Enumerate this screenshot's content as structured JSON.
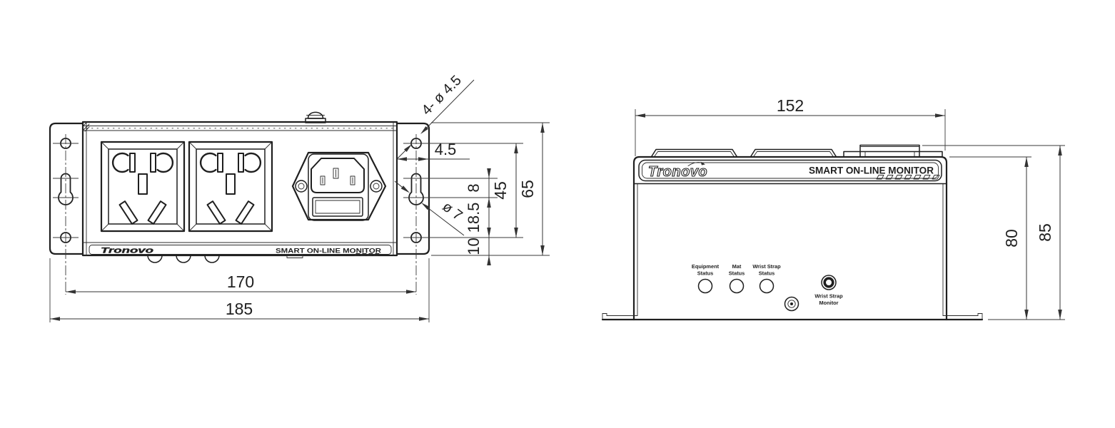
{
  "colors": {
    "line": "#1f1f1f",
    "dim_line": "#333333",
    "background": "#ffffff"
  },
  "front_view": {
    "callouts": {
      "mount_holes": "4- ø 4.5",
      "keyhole_dia": "ø 7"
    },
    "dims": {
      "edge_gap": "4.5",
      "keyhole_pitch": "8",
      "keyhole_to_hole": "18.5",
      "hole_to_bottom": "10",
      "hole_span_v": "45",
      "overall_height": "65",
      "hole_span_h": "170",
      "overall_width": "185"
    },
    "branding": {
      "logo": "Tronovo",
      "product": "SMART ON-LINE MONITOR"
    }
  },
  "rear_view": {
    "dims": {
      "width": "152",
      "body_height": "80",
      "overall_height": "85"
    },
    "branding": {
      "logo": "Tronovo",
      "product": "SMART ON-LINE MONITOR"
    },
    "labels": {
      "equipment_status": {
        "line1": "Equipment",
        "line2": "Status"
      },
      "mat_status": {
        "line1": "Mat",
        "line2": "Status"
      },
      "wrist_strap_status": {
        "line1": "Wrist Strap",
        "line2": "Status"
      },
      "wrist_strap_monitor": {
        "line1": "Wrist Strap",
        "line2": "Monitor"
      }
    }
  }
}
